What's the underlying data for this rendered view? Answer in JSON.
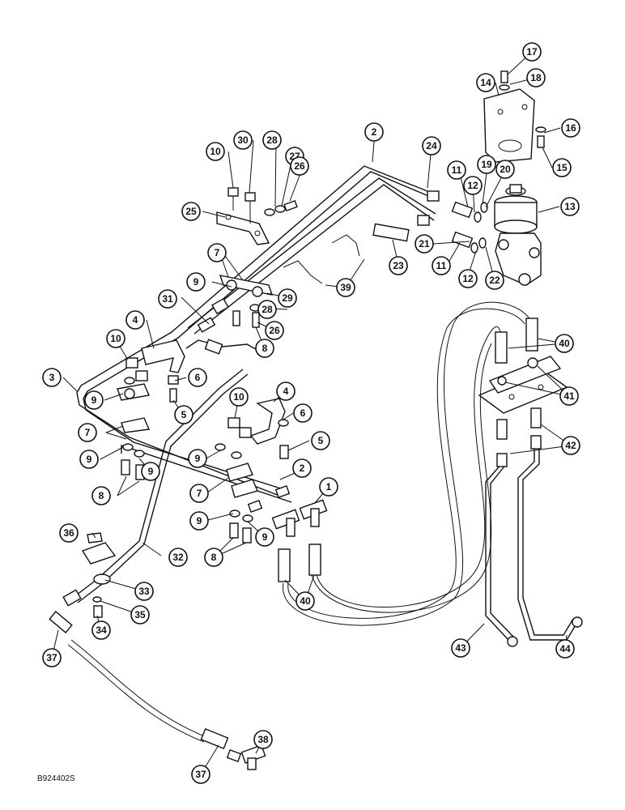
{
  "figure_code": "B924402S",
  "callouts": [
    {
      "id": "c17",
      "label": "17"
    },
    {
      "id": "c18",
      "label": "18"
    },
    {
      "id": "c14",
      "label": "14"
    },
    {
      "id": "c16",
      "label": "16"
    },
    {
      "id": "c15",
      "label": "15"
    },
    {
      "id": "c13",
      "label": "13"
    },
    {
      "id": "c2a",
      "label": "2"
    },
    {
      "id": "c24",
      "label": "24"
    },
    {
      "id": "c10a",
      "label": "10"
    },
    {
      "id": "c30",
      "label": "30"
    },
    {
      "id": "c28a",
      "label": "28"
    },
    {
      "id": "c27",
      "label": "27"
    },
    {
      "id": "c26a",
      "label": "26"
    },
    {
      "id": "c25",
      "label": "25"
    },
    {
      "id": "c11a",
      "label": "11"
    },
    {
      "id": "c12a",
      "label": "12"
    },
    {
      "id": "c19",
      "label": "19"
    },
    {
      "id": "c20",
      "label": "20"
    },
    {
      "id": "c21",
      "label": "21"
    },
    {
      "id": "c11b",
      "label": "11"
    },
    {
      "id": "c12b",
      "label": "12"
    },
    {
      "id": "c22",
      "label": "22"
    },
    {
      "id": "c23",
      "label": "23"
    },
    {
      "id": "c39",
      "label": "39"
    },
    {
      "id": "c7a",
      "label": "7"
    },
    {
      "id": "c9a",
      "label": "9"
    },
    {
      "id": "c29",
      "label": "29"
    },
    {
      "id": "c28b",
      "label": "28"
    },
    {
      "id": "c26b",
      "label": "26"
    },
    {
      "id": "c31",
      "label": "31"
    },
    {
      "id": "c8a",
      "label": "8"
    },
    {
      "id": "c4a",
      "label": "4"
    },
    {
      "id": "c10b",
      "label": "10"
    },
    {
      "id": "c6a",
      "label": "6"
    },
    {
      "id": "c3",
      "label": "3"
    },
    {
      "id": "c9b",
      "label": "9"
    },
    {
      "id": "c5a",
      "label": "5"
    },
    {
      "id": "c7b",
      "label": "7"
    },
    {
      "id": "c9c",
      "label": "9"
    },
    {
      "id": "c9d",
      "label": "9"
    },
    {
      "id": "c8b",
      "label": "8"
    },
    {
      "id": "c10c",
      "label": "10"
    },
    {
      "id": "c4b",
      "label": "4"
    },
    {
      "id": "c6b",
      "label": "6"
    },
    {
      "id": "c5b",
      "label": "5"
    },
    {
      "id": "c9e",
      "label": "9"
    },
    {
      "id": "c2b",
      "label": "2"
    },
    {
      "id": "c7c",
      "label": "7"
    },
    {
      "id": "c1",
      "label": "1"
    },
    {
      "id": "c9f",
      "label": "9"
    },
    {
      "id": "c9g",
      "label": "9"
    },
    {
      "id": "c8c",
      "label": "8"
    },
    {
      "id": "c36",
      "label": "36"
    },
    {
      "id": "c32",
      "label": "32"
    },
    {
      "id": "c33",
      "label": "33"
    },
    {
      "id": "c35",
      "label": "35"
    },
    {
      "id": "c34",
      "label": "34"
    },
    {
      "id": "c37a",
      "label": "37"
    },
    {
      "id": "c40a",
      "label": "40"
    },
    {
      "id": "c40b",
      "label": "40"
    },
    {
      "id": "c41",
      "label": "41"
    },
    {
      "id": "c42",
      "label": "42"
    },
    {
      "id": "c43",
      "label": "43"
    },
    {
      "id": "c44",
      "label": "44"
    },
    {
      "id": "c38",
      "label": "38"
    },
    {
      "id": "c37b",
      "label": "37"
    }
  ]
}
